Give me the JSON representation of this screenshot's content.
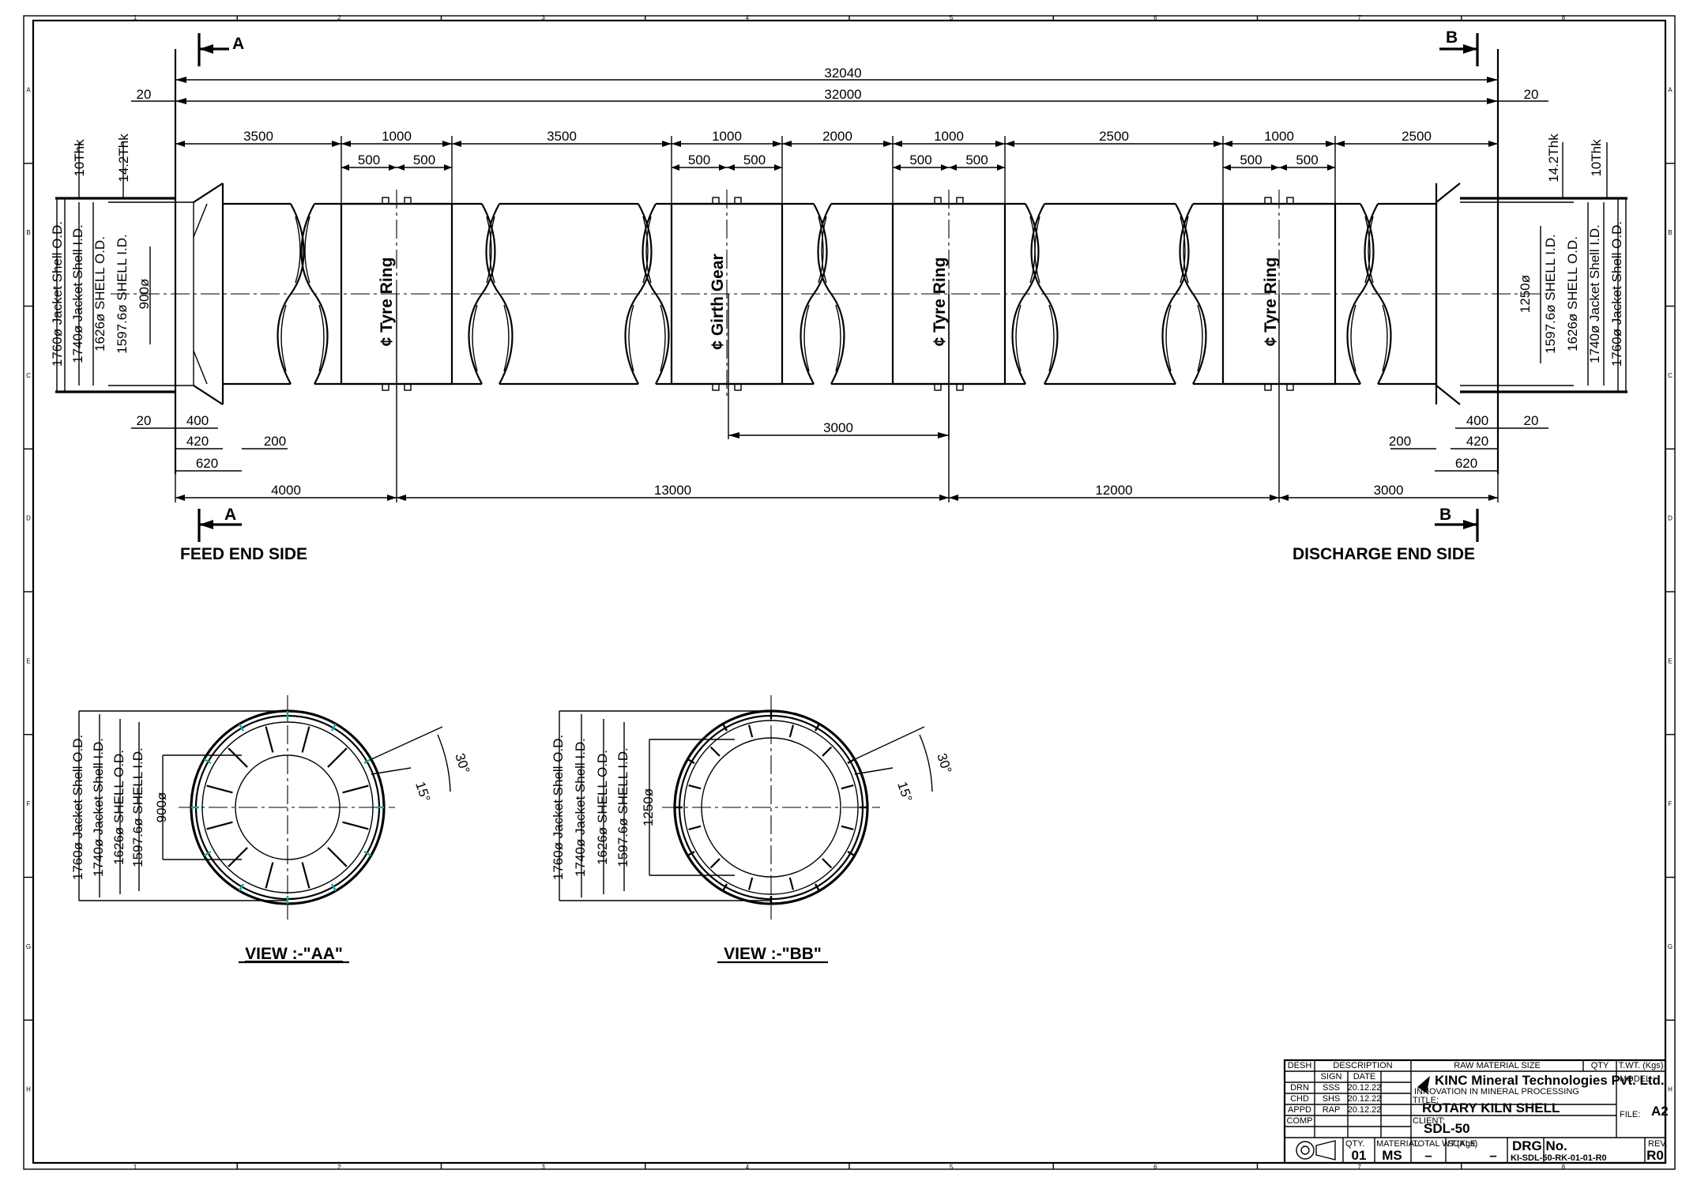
{
  "border": {
    "columns": [
      "1",
      "2",
      "3",
      "4",
      "5",
      "6",
      "7",
      "8"
    ],
    "rows": [
      "A",
      "B",
      "C",
      "D",
      "E",
      "F",
      "G",
      "H"
    ]
  },
  "sections": {
    "a": "A",
    "b": "B"
  },
  "sides": {
    "feed": "FEED END SIDE",
    "discharge": "DISCHARGE END SIDE"
  },
  "overall": {
    "d32040": "32040",
    "d32000": "32000",
    "end20": "20"
  },
  "segments": [
    "3500",
    "1000",
    "3500",
    "1000",
    "2000",
    "1000",
    "2500",
    "1000",
    "2500"
  ],
  "half": "500",
  "bottom": {
    "d400": "400",
    "d420": "420",
    "d620": "620",
    "d200": "200",
    "d20": "20",
    "d3000": "3000",
    "chain": [
      "4000",
      "13000",
      "12000",
      "3000"
    ]
  },
  "thickness": {
    "t10": "10Thk",
    "t14": "14.2Thk"
  },
  "diameters": {
    "jacket_od": "1760ø Jacket Shell O.D.",
    "jacket_id": "1740ø Jacket Shell I.D.",
    "shell_od": "1626ø SHELL O.D.",
    "shell_id": "1597.6ø SHELL I.D.",
    "feed_bore": "900ø",
    "discharge_bore": "1250ø",
    "jacket_od_b": "1760ø Jacket Shell O.D.",
    "jacket_id_b": "1740ø Jacket Shell I.D.",
    "shell_od_b": "1626ø SHELL O.D.",
    "shell_id_b": "1597.6ø SHELL I.D.",
    "rjacket_od": "1760ø Jacket Shell O.D.",
    "rjacket_id": "1740ø Jacket Shell I.D.",
    "rshell_od": "1626ø SHELL O.D.",
    "rshell_id": "1597.6ø SHELL I.D."
  },
  "components": {
    "tyre1": "¢ Tyre Ring",
    "girth": "¢ Girth Gear",
    "tyre2": "¢ Tyre Ring",
    "tyre3": "¢ Tyre Ring"
  },
  "views": {
    "aa": {
      "title": "VIEW :-\"AA\"",
      "angle1": "30°",
      "angle2": "15°"
    },
    "bb": {
      "title": "VIEW :-\"BB\"",
      "angle1": "30°",
      "angle2": "15°"
    }
  },
  "title_block": {
    "desh": "DESH",
    "description": "DESCRIPTION",
    "raw_material_size": "RAW MATERIAL SIZE",
    "qty": "QTY",
    "twt": "T.WT. (Kgs)",
    "model": "MODEL :",
    "sign": "SIGN",
    "date": "DATE",
    "rows": [
      {
        "role": "DRN",
        "sign": "SSS",
        "date": "20.12.22"
      },
      {
        "role": "CHD",
        "sign": "SHS",
        "date": "20.12.22"
      },
      {
        "role": "APPD",
        "sign": "RAP",
        "date": "20.12.22"
      },
      {
        "role": "COMP",
        "sign": "",
        "date": ""
      }
    ],
    "company": "KINC Mineral Technologies Pvt. Ltd.",
    "tagline": "INNOVATION IN MINERAL PROCESSING",
    "title_label": "TITLE:",
    "title": "ROTARY KILN SHELL",
    "client_label": "CLIENT:",
    "client": "SDL-50",
    "file_label": "FILE:",
    "file": "A2",
    "qty_label": "QTY.",
    "qty_value": "01",
    "material_label": "MATERIAL",
    "material": "MS",
    "total_wt_label": "TOTAL WT.(Kgs)",
    "total_wt": "–",
    "scale_label": "SCALE",
    "scale": "–",
    "drg_label": "DRG No.",
    "drg_no": "KI-SDL-50-RK-01-01-R0",
    "rev_label": "REV.",
    "rev": "R0"
  }
}
